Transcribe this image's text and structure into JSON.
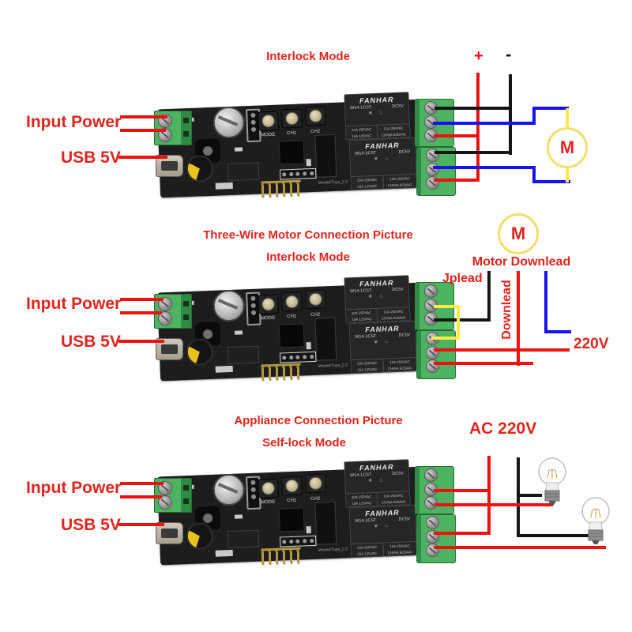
{
  "palette": {
    "annotation_red": "#e2241d",
    "wire_red": "#ee1111",
    "wire_black": "#161616",
    "wire_blue": "#1a12ee",
    "wire_yellow": "#ffe84a",
    "terminal_green": "#4db360",
    "pcb_black": "#1d1d1d",
    "motor_ring_yellow": "#f4de69"
  },
  "board": {
    "buttons": [
      {
        "label": "MODE"
      },
      {
        "label": "CH1"
      },
      {
        "label": "CH2"
      }
    ],
    "relay": {
      "brand": "FANHAR",
      "model": "W14-1CST",
      "voltage": "DC5V",
      "symbols": "◉ △",
      "rating_r1c1": "10A 250VAC",
      "rating_r1c2": "10A 250VAC",
      "rating_r2c1": "15A 125VAC",
      "rating_r2c2": "CHINA 92DA41"
    },
    "version_text": "VersionTuya_2.2"
  },
  "diagram1": {
    "title": "Interlock Mode",
    "input_power_label": "Input Power",
    "usb_label": "USB 5V",
    "plus": "+",
    "minus": "-",
    "motor_letter": "M"
  },
  "diagram2": {
    "title_line1": "Three-Wire Motor Connection Picture",
    "title_line2": "Interlock Mode",
    "input_power_label": "Input Power",
    "usb_label": "USB 5V",
    "motor_letter": "M",
    "motor_downlead_label": "Motor Downlead",
    "uplead_label": "Jplead",
    "downlead_label": "Downlead",
    "voltage_label": "220V"
  },
  "diagram3": {
    "title_line1": "Appliance Connection Picture",
    "title_line2": "Self-lock Mode",
    "ac_label": "AC 220V",
    "input_power_label": "Input Power",
    "usb_label": "USB 5V"
  }
}
